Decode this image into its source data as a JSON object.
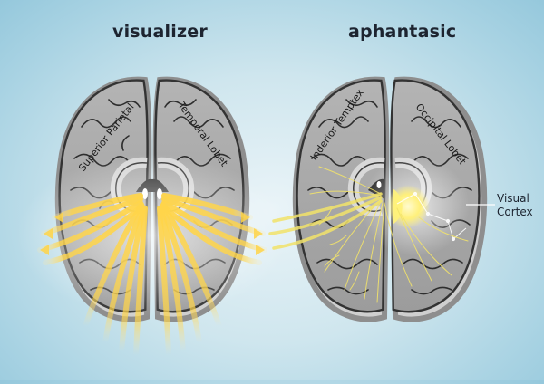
{
  "titles": {
    "left": "visualizer",
    "right": "aphantasic"
  },
  "brains": {
    "left": {
      "left_hemisphere_label": "Superior Parietal",
      "right_hemisphere_label": "Temporal Lobet",
      "effect": "radiating-yellow-arrows"
    },
    "right": {
      "left_hemisphere_label": "Inderior Temptex",
      "right_hemisphere_label": "Occipital Lobet",
      "effect": "thin-yellow-nerve-fibers-with-glowing-node"
    }
  },
  "callout": {
    "line1": "Visual",
    "line2": "Cortex"
  },
  "colors": {
    "background_center": "#eaf4f8",
    "background_edge": "#95c8dc",
    "brain_fill": "#a9a9a9",
    "brain_outline": "#3a3a3a",
    "arrow_yellow": "#ffd54a",
    "glow_yellow": "#fff27a",
    "text": "#1d2430"
  }
}
